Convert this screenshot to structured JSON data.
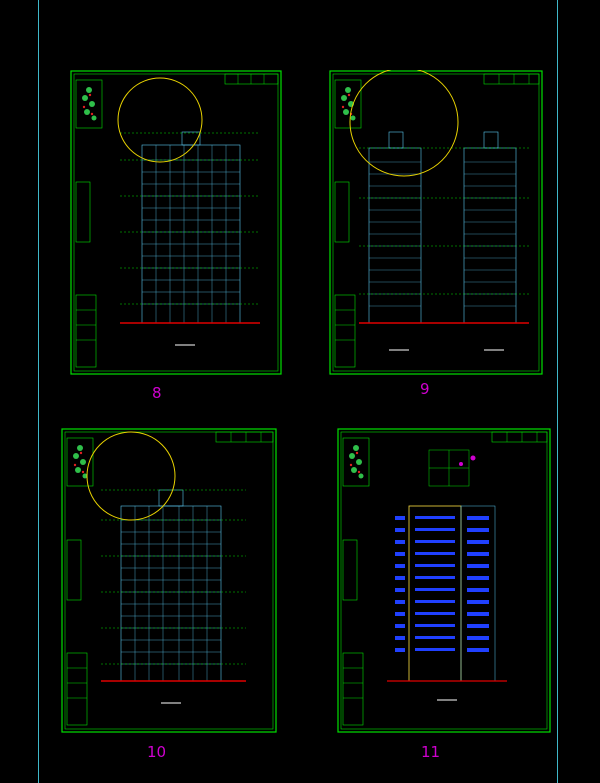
{
  "colors": {
    "background": "#000000",
    "frame": "#00e000",
    "guide": "#3fb7c9",
    "building": "#5ac8f0",
    "annotation_circle": "#e8d200",
    "label": "#d000d0",
    "red_ground": "#e00000",
    "blue_windows": "#2040ff"
  },
  "sheets": [
    {
      "label": "8"
    },
    {
      "label": "9"
    },
    {
      "label": "10"
    },
    {
      "label": "11"
    }
  ]
}
